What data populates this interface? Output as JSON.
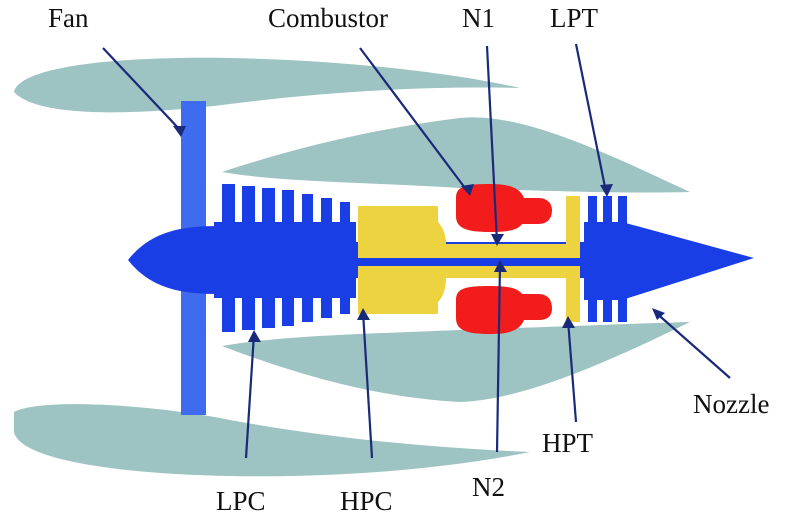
{
  "labels": {
    "fan": "Fan",
    "combustor": "Combustor",
    "n1": "N1",
    "lpt": "LPT",
    "nozzle": "Nozzle",
    "hpt": "HPT",
    "n2": "N2",
    "hpc": "HPC",
    "lpc": "LPC"
  },
  "colors": {
    "nacelle": "#9dc3c2",
    "low_spool": "#1a3ee6",
    "fan_blade": "#3f6bef",
    "high_spool": "#ecd33f",
    "combustor": "#f21c1c",
    "leader": "#1a2a7a"
  }
}
